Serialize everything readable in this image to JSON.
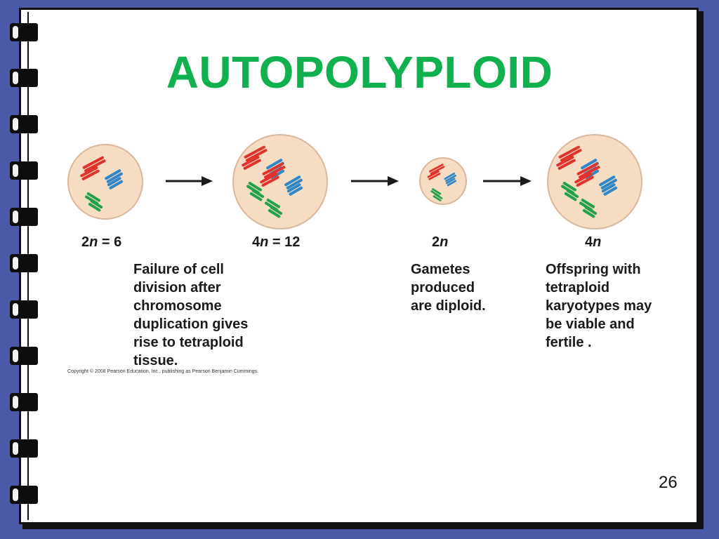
{
  "slide": {
    "title": "AUTOPOLYPLOID",
    "page_number": "26",
    "copyright": "Copyright © 2008 Pearson Education, Inc., publishing as Pearson Benjamin Cummings."
  },
  "colors": {
    "title": "#0fb04e",
    "frame": "#4a5aa6",
    "cell_fill": "#f7dcc4",
    "chrom_red": "#e0332b",
    "chrom_blue": "#2f86c8",
    "chrom_green": "#21a24a"
  },
  "diagram": {
    "stages": [
      {
        "prefix": "2",
        "var": "n",
        "suffix": " = 6"
      },
      {
        "prefix": "4",
        "var": "n",
        "suffix": " = 12"
      },
      {
        "prefix": "2",
        "var": "n",
        "suffix": ""
      },
      {
        "prefix": "4",
        "var": "n",
        "suffix": ""
      }
    ],
    "descriptions": {
      "failure": [
        "Failure of cell",
        "division after",
        "chromosome",
        "duplication gives",
        "rise to tetraploid",
        "tissue."
      ],
      "gametes": [
        "Gametes",
        "produced",
        "are diploid."
      ],
      "offspring": [
        "Offspring with",
        "tetraploid",
        "karyotypes may",
        "be viable and",
        "fertile ."
      ]
    }
  }
}
